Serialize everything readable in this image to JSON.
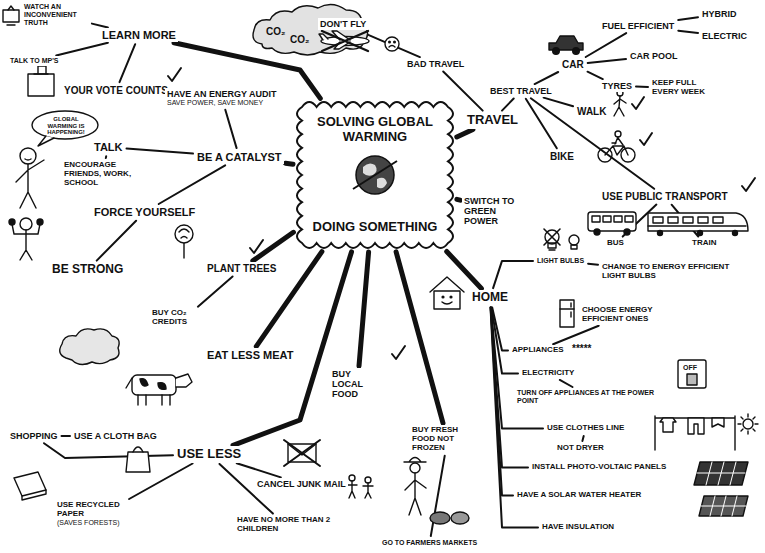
{
  "diagram": {
    "nodes": [
      {
        "text": [
          "SOLVING GLOBAL WARMING",
          "DOING SOMETHING"
        ]
      },
      {
        "text": [
          "LEARN MORE"
        ]
      },
      {
        "text": [
          "WATCH AN INCONVENIENT TRUTH"
        ]
      },
      {
        "text": [
          "TALK TO MP'S"
        ]
      },
      {
        "text": [
          "YOUR VOTE COUNTS"
        ]
      },
      {
        "text": [
          "BE A CATALYST"
        ]
      },
      {
        "text": [
          "HAVE AN ENERGY AUDIT",
          "SAVE POWER, SAVE MONEY"
        ]
      },
      {
        "text": [
          "TALK"
        ]
      },
      {
        "text": [
          "ENCOURAGE FRIENDS, WORK, SCHOOL"
        ]
      },
      {
        "text": [
          "FORCE YOURSELF"
        ]
      },
      {
        "text": [
          "BE STRONG"
        ]
      },
      {
        "text": [
          "PLANT TREES"
        ]
      },
      {
        "text": [
          "BUY CO₂ CREDITS"
        ]
      },
      {
        "text": [
          "EAT LESS MEAT"
        ]
      },
      {
        "text": [
          "USE LESS"
        ]
      },
      {
        "text": [
          "SHOPPING"
        ]
      },
      {
        "text": [
          "USE A CLOTH BAG"
        ]
      },
      {
        "text": [
          "USE RECYCLED PAPER",
          "(SAVES FORESTS)"
        ]
      },
      {
        "text": [
          "CANCEL JUNK MAIL"
        ]
      },
      {
        "text": [
          "HAVE NO MORE THAN 2 CHILDREN"
        ]
      },
      {
        "text": [
          "BUY LOCAL FOOD"
        ]
      },
      {
        "text": [
          "BUY FRESH FOOD NOT FROZEN"
        ]
      },
      {
        "text": [
          "GO TO FARMERS MARKETS"
        ]
      },
      {
        "text": [
          "TRAVEL"
        ]
      },
      {
        "text": [
          "BAD TRAVEL"
        ]
      },
      {
        "text": [
          "DON'T FLY"
        ]
      },
      {
        "text": [
          "BEST TRAVEL"
        ]
      },
      {
        "text": [
          "CAR"
        ]
      },
      {
        "text": [
          "FUEL EFFICIENT"
        ]
      },
      {
        "text": [
          "HYBRID"
        ]
      },
      {
        "text": [
          "ELECTRIC"
        ]
      },
      {
        "text": [
          "CAR POOL"
        ]
      },
      {
        "text": [
          "TYRES"
        ]
      },
      {
        "text": [
          "KEEP FULL EVERY WEEK"
        ]
      },
      {
        "text": [
          "WALK"
        ]
      },
      {
        "text": [
          "BIKE"
        ]
      },
      {
        "text": [
          "USE PUBLIC TRANSPORT"
        ]
      },
      {
        "text": [
          "BUS"
        ]
      },
      {
        "text": [
          "TRAIN"
        ]
      },
      {
        "text": [
          "SWITCH TO GREEN POWER"
        ]
      },
      {
        "text": [
          "HOME"
        ]
      },
      {
        "text": [
          "LIGHT BULBS"
        ]
      },
      {
        "text": [
          "CHANGE TO ENERGY EFFICIENT LIGHT BULBS"
        ]
      },
      {
        "text": [
          "APPLIANCES"
        ]
      },
      {
        "text": [
          "CHOOSE ENERGY EFFICIENT ONES"
        ]
      },
      {
        "text": [
          "ELECTRICITY"
        ]
      },
      {
        "text": [
          "TURN OFF APPLIANCES AT THE POWER POINT"
        ]
      },
      {
        "text": [
          "USE CLOTHES LINE"
        ]
      },
      {
        "text": [
          "NOT DRYER"
        ]
      },
      {
        "text": [
          "INSTALL PHOTO-VOLTAIC PANELS"
        ]
      },
      {
        "text": [
          "HAVE A SOLAR WATER HEATER"
        ]
      },
      {
        "text": [
          "HAVE INSULATION"
        ]
      }
    ],
    "edges": [
      {
        "from": 0,
        "to": 1,
        "arrow": "none"
      },
      {
        "from": 1,
        "to": 2,
        "arrow": "none"
      },
      {
        "from": 1,
        "to": 3,
        "arrow": "none"
      },
      {
        "from": 1,
        "to": 4,
        "arrow": "none"
      },
      {
        "from": 0,
        "to": 5,
        "arrow": "none"
      },
      {
        "from": 5,
        "to": 6,
        "arrow": "none"
      },
      {
        "from": 5,
        "to": 7,
        "arrow": "none"
      },
      {
        "from": 7,
        "to": 8,
        "arrow": "none"
      },
      {
        "from": 5,
        "to": 9,
        "arrow": "none"
      },
      {
        "from": 9,
        "to": 10,
        "arrow": "none"
      },
      {
        "from": 0,
        "to": 11,
        "arrow": "none"
      },
      {
        "from": 11,
        "to": 12,
        "arrow": "none"
      },
      {
        "from": 0,
        "to": 13,
        "arrow": "none"
      },
      {
        "from": 0,
        "to": 14,
        "arrow": "none"
      },
      {
        "from": 14,
        "to": 15,
        "arrow": "none"
      },
      {
        "from": 15,
        "to": 16,
        "arrow": "none"
      },
      {
        "from": 14,
        "to": 17,
        "arrow": "none"
      },
      {
        "from": 14,
        "to": 18,
        "arrow": "none"
      },
      {
        "from": 14,
        "to": 19,
        "arrow": "none"
      },
      {
        "from": 0,
        "to": 20,
        "arrow": "none"
      },
      {
        "from": 0,
        "to": 21,
        "arrow": "none"
      },
      {
        "from": 21,
        "to": 22,
        "arrow": "none"
      },
      {
        "from": 0,
        "to": 23,
        "arrow": "none"
      },
      {
        "from": 23,
        "to": 24,
        "arrow": "none"
      },
      {
        "from": 24,
        "to": 25,
        "arrow": "none"
      },
      {
        "from": 23,
        "to": 26,
        "arrow": "none"
      },
      {
        "from": 26,
        "to": 27,
        "arrow": "none"
      },
      {
        "from": 27,
        "to": 28,
        "arrow": "none"
      },
      {
        "from": 28,
        "to": 29,
        "arrow": "none"
      },
      {
        "from": 28,
        "to": 30,
        "arrow": "none"
      },
      {
        "from": 27,
        "to": 31,
        "arrow": "none"
      },
      {
        "from": 27,
        "to": 32,
        "arrow": "none"
      },
      {
        "from": 32,
        "to": 33,
        "arrow": "none"
      },
      {
        "from": 26,
        "to": 34,
        "arrow": "none"
      },
      {
        "from": 26,
        "to": 35,
        "arrow": "none"
      },
      {
        "from": 26,
        "to": 36,
        "arrow": "none"
      },
      {
        "from": 36,
        "to": 37,
        "arrow": "none"
      },
      {
        "from": 36,
        "to": 38,
        "arrow": "none"
      },
      {
        "from": 0,
        "to": 39,
        "arrow": "none"
      },
      {
        "from": 0,
        "to": 40,
        "arrow": "none"
      },
      {
        "from": 40,
        "to": 41,
        "arrow": "none"
      },
      {
        "from": 41,
        "to": 42,
        "arrow": "none"
      },
      {
        "from": 40,
        "to": 43,
        "arrow": "none"
      },
      {
        "from": 43,
        "to": 44,
        "arrow": "none"
      },
      {
        "from": 40,
        "to": 45,
        "arrow": "none"
      },
      {
        "from": 45,
        "to": 46,
        "arrow": "none"
      },
      {
        "from": 40,
        "to": 47,
        "arrow": "none"
      },
      {
        "from": 47,
        "to": 48,
        "arrow": "none"
      },
      {
        "from": 40,
        "to": 49,
        "arrow": "none"
      },
      {
        "from": 40,
        "to": 50,
        "arrow": "none"
      },
      {
        "from": 40,
        "to": 51,
        "arrow": "none"
      }
    ],
    "labels": [
      "CO₂",
      "CO₂",
      "GLOBAL WARMING IS HAPPENING!",
      "*****",
      "OFF"
    ]
  }
}
